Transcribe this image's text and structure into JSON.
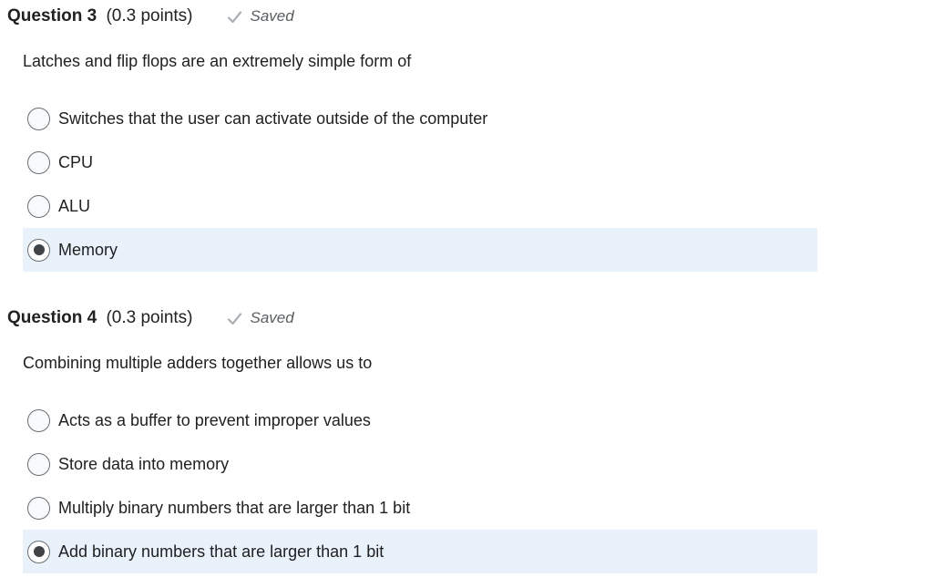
{
  "colors": {
    "text": "#202122",
    "saved_text": "#595e61",
    "checkmark": "#a9b0b4",
    "row_highlight": "#e9f1fa",
    "radio_border": "#6a6e71",
    "radio_dot": "#404447",
    "background": "#ffffff"
  },
  "saved_label": "Saved",
  "questions": [
    {
      "title": "Question 3",
      "points": "(0.3 points)",
      "status": "Saved",
      "prompt": "Latches and flip flops are an extremely simple form of",
      "options": [
        {
          "label": "Switches that the user can activate outside of the computer",
          "selected": false
        },
        {
          "label": "CPU",
          "selected": false
        },
        {
          "label": "ALU",
          "selected": false
        },
        {
          "label": "Memory",
          "selected": true
        }
      ]
    },
    {
      "title": "Question 4",
      "points": "(0.3 points)",
      "status": "Saved",
      "prompt": "Combining multiple adders together allows us to",
      "options": [
        {
          "label": "Acts as a buffer to prevent improper values",
          "selected": false
        },
        {
          "label": "Store data into memory",
          "selected": false
        },
        {
          "label": "Multiply binary numbers that are larger than 1 bit",
          "selected": false
        },
        {
          "label": "Add binary numbers that are larger than 1 bit",
          "selected": true
        }
      ]
    }
  ]
}
